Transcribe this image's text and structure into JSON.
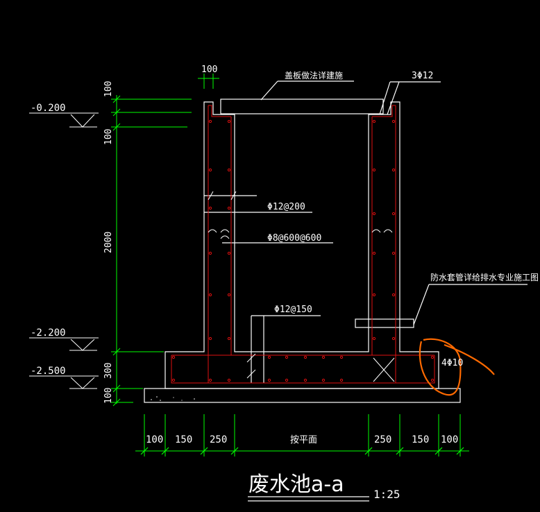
{
  "colors": {
    "background": "#000000",
    "outline": "#ffffff",
    "rebar": "#e01010",
    "dimension": "#00ff00",
    "markup": "#ff6a00"
  },
  "dimensions": {
    "top_width": "100",
    "vert_top": "100",
    "vert_second": "100",
    "vert_main": "2000",
    "vert_base": "300",
    "vert_bottom": "100",
    "bottom": [
      "100",
      "150",
      "250",
      "按平面",
      "250",
      "150",
      "100"
    ]
  },
  "elevations": {
    "e1": "-0.200",
    "e2": "-2.200",
    "e3": "-2.500"
  },
  "labels": {
    "cover_note": "盖板做法详建施",
    "top_bars": "3Φ12",
    "wall_vertical": "Φ12@200",
    "tie_bars": "Φ8@600@600",
    "slab_bars": "Φ12@150",
    "sleeve_note": "防水套管详给排水专业施工图",
    "corner_bars": "4Φ10"
  },
  "title": {
    "main": "废水池a-a",
    "scale": "1:25"
  }
}
